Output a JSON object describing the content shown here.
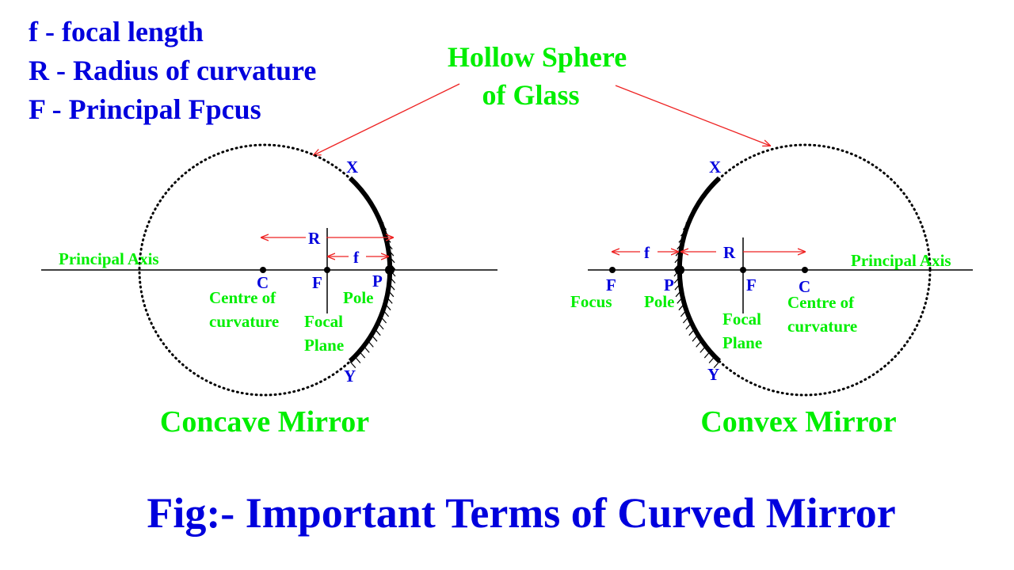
{
  "legend": {
    "line1": "f - focal length",
    "line2": "R - Radius of curvature",
    "line3": "F - Principal Fpcus"
  },
  "sphere_label": {
    "line1": "Hollow Sphere",
    "line2": "of Glass"
  },
  "concave": {
    "title": "Concave Mirror",
    "axis_label": "Principal Axis",
    "x_label": "X",
    "y_label": "Y",
    "r_label": "R",
    "f_label": "f",
    "c_label": "C",
    "focus_label": "F",
    "pole_letter": "P",
    "centre_line1": "Centre of",
    "centre_line2": "curvature",
    "focal_line1": "Focal",
    "focal_line2": "Plane",
    "pole_word": "Pole"
  },
  "convex": {
    "title": "Convex Mirror",
    "axis_label": "Principal Axis",
    "x_label": "X",
    "y_label": "Y",
    "r_label": "R",
    "f_label": "f",
    "c_label": "C",
    "focus_left_letter": "F",
    "focus_right_letter": "F",
    "pole_letter": "P",
    "focus_word": "Focus",
    "pole_word": "Pole",
    "centre_line1": "Centre of",
    "centre_line2": "curvature",
    "focal_line1": "Focal",
    "focal_line2": "Plane"
  },
  "caption": "Fig:- Important Terms of Curved Mirror",
  "colors": {
    "blue": "#0000dd",
    "green": "#00ee00",
    "red": "#ee2222",
    "black": "#000000"
  }
}
